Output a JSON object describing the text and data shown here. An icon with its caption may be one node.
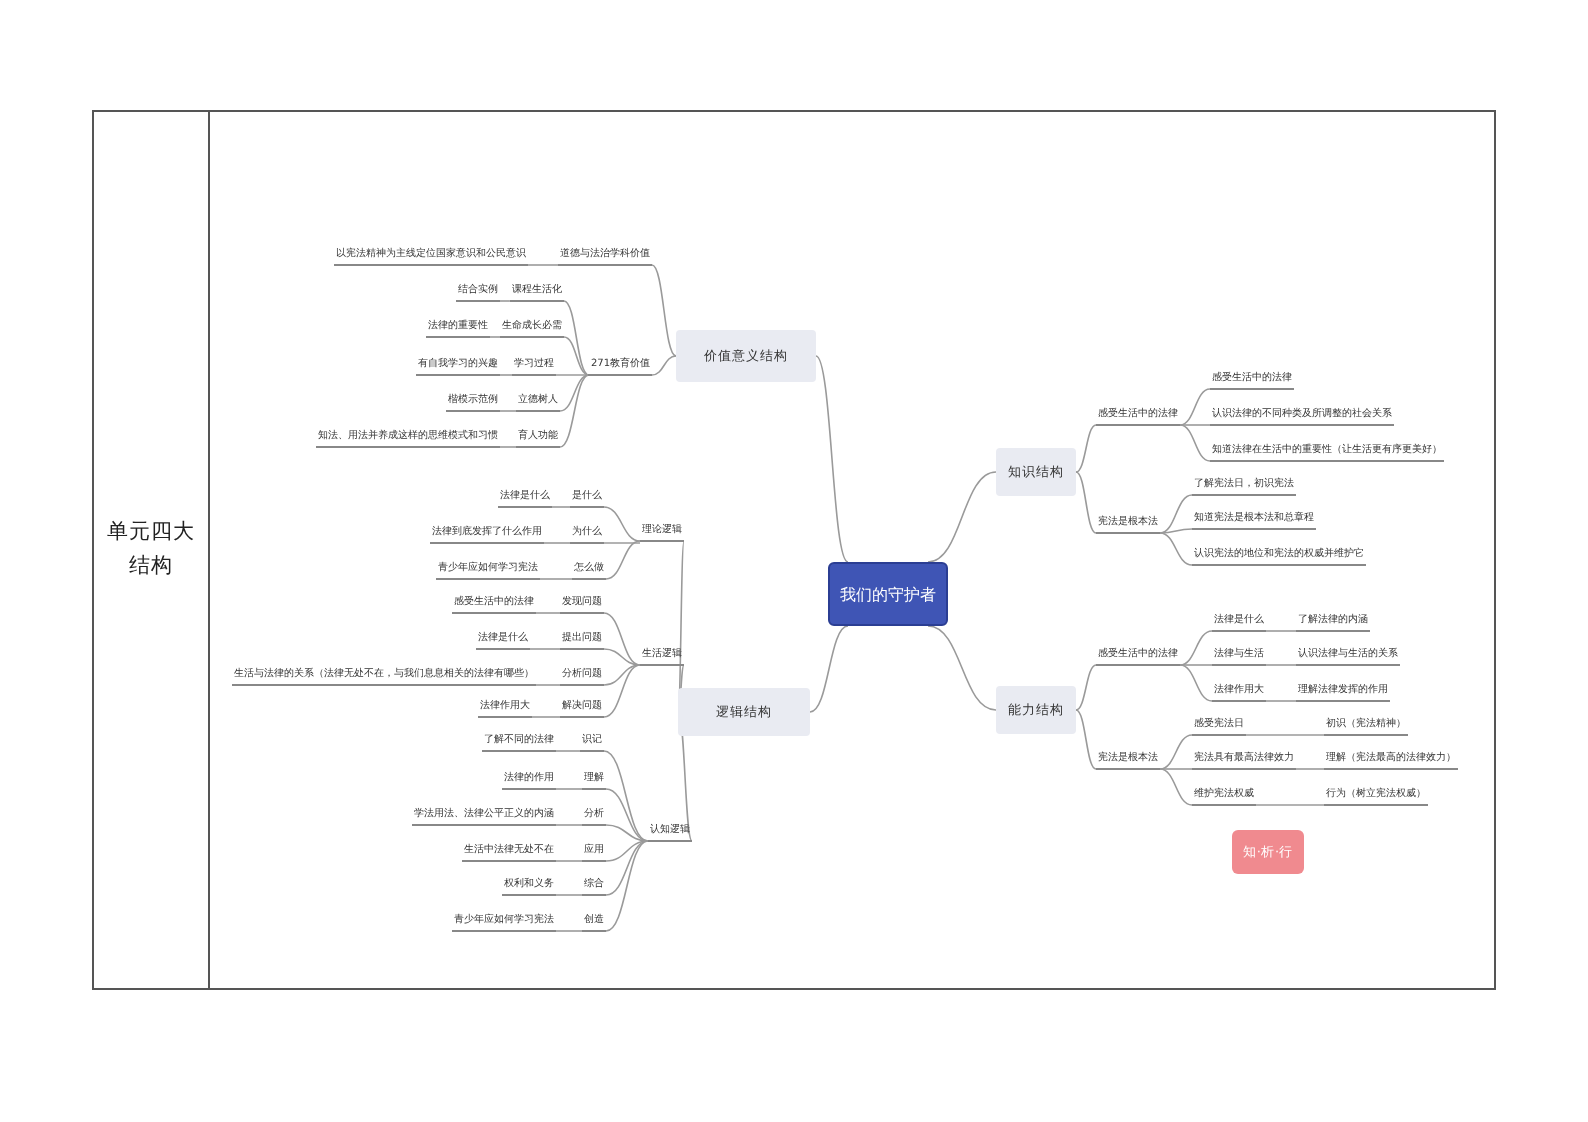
{
  "diagram": {
    "nodes": [
      {
        "text": [
          "我们的守护者"
        ]
      },
      {
        "text": [
          "价值意义结构"
        ]
      },
      {
        "text": [
          "道德与法治学科价值"
        ]
      },
      {
        "text": [
          "以宪法精神为主线定位国家意识和公民意识"
        ]
      },
      {
        "text": [
          "271教育价值"
        ]
      },
      {
        "text": [
          "课程生活化"
        ]
      },
      {
        "text": [
          "结合实例"
        ]
      },
      {
        "text": [
          "生命成长必需"
        ]
      },
      {
        "text": [
          "法律的重要性"
        ]
      },
      {
        "text": [
          "学习过程"
        ]
      },
      {
        "text": [
          "有自我学习的兴趣"
        ]
      },
      {
        "text": [
          "立德树人"
        ]
      },
      {
        "text": [
          "楷模示范例"
        ]
      },
      {
        "text": [
          "育人功能"
        ]
      },
      {
        "text": [
          "知法、用法并养成这样的思维模式和习惯"
        ]
      },
      {
        "text": [
          "逻辑结构"
        ]
      },
      {
        "text": [
          "理论逻辑"
        ]
      },
      {
        "text": [
          "是什么"
        ]
      },
      {
        "text": [
          "法律是什么"
        ]
      },
      {
        "text": [
          "为什么"
        ]
      },
      {
        "text": [
          "法律到底发挥了什么作用"
        ]
      },
      {
        "text": [
          "怎么做"
        ]
      },
      {
        "text": [
          "青少年应如何学习宪法"
        ]
      },
      {
        "text": [
          "生活逻辑"
        ]
      },
      {
        "text": [
          "发现问题"
        ]
      },
      {
        "text": [
          "感受生活中的法律"
        ]
      },
      {
        "text": [
          "提出问题"
        ]
      },
      {
        "text": [
          "法律是什么"
        ]
      },
      {
        "text": [
          "分析问题"
        ]
      },
      {
        "text": [
          "生活与法律的关系（法律无处不在，与我们息息相关的法律有哪些）"
        ]
      },
      {
        "text": [
          "解决问题"
        ]
      },
      {
        "text": [
          "法律作用大"
        ]
      },
      {
        "text": [
          "认知逻辑"
        ]
      },
      {
        "text": [
          "识记"
        ]
      },
      {
        "text": [
          "了解不同的法律"
        ]
      },
      {
        "text": [
          "理解"
        ]
      },
      {
        "text": [
          "法律的作用"
        ]
      },
      {
        "text": [
          "分析"
        ]
      },
      {
        "text": [
          "学法用法、法律公平正义的内涵"
        ]
      },
      {
        "text": [
          "应用"
        ]
      },
      {
        "text": [
          "生活中法律无处不在"
        ]
      },
      {
        "text": [
          "综合"
        ]
      },
      {
        "text": [
          "权利和义务"
        ]
      },
      {
        "text": [
          "创造"
        ]
      },
      {
        "text": [
          "青少年应如何学习宪法"
        ]
      },
      {
        "text": [
          "知识结构"
        ]
      },
      {
        "text": [
          "感受生活中的法律"
        ]
      },
      {
        "text": [
          "感受生活中的法律"
        ]
      },
      {
        "text": [
          "认识法律的不同种类及所调整的社会关系"
        ]
      },
      {
        "text": [
          "知道法律在生活中的重要性（让生活更有序更美好）"
        ]
      },
      {
        "text": [
          "宪法是根本法"
        ]
      },
      {
        "text": [
          "了解宪法日，初识宪法"
        ]
      },
      {
        "text": [
          "知道宪法是根本法和总章程"
        ]
      },
      {
        "text": [
          "认识宪法的地位和宪法的权威并维护它"
        ]
      },
      {
        "text": [
          "能力结构"
        ]
      },
      {
        "text": [
          "感受生活中的法律"
        ]
      },
      {
        "text": [
          "法律是什么"
        ]
      },
      {
        "text": [
          "了解法律的内涵"
        ]
      },
      {
        "text": [
          "法律与生活"
        ]
      },
      {
        "text": [
          "认识法律与生活的关系"
        ]
      },
      {
        "text": [
          "法律作用大"
        ]
      },
      {
        "text": [
          "理解法律发挥的作用"
        ]
      },
      {
        "text": [
          "宪法是根本法"
        ]
      },
      {
        "text": [
          "感受宪法日"
        ]
      },
      {
        "text": [
          "初识（宪法精神）"
        ]
      },
      {
        "text": [
          "宪法具有最高法律效力"
        ]
      },
      {
        "text": [
          "理解（宪法最高的法律效力）"
        ]
      },
      {
        "text": [
          "维护宪法权威"
        ]
      },
      {
        "text": [
          "行为（树立宪法权威）"
        ]
      },
      {
        "text": [
          "知·析·行"
        ]
      }
    ],
    "edges": [
      {
        "from": 0,
        "to": 1,
        "arrow": "none"
      },
      {
        "from": 0,
        "to": 15,
        "arrow": "none"
      },
      {
        "from": 0,
        "to": 45,
        "arrow": "none"
      },
      {
        "from": 0,
        "to": 54,
        "arrow": "none"
      },
      {
        "from": 1,
        "to": 2,
        "arrow": "none"
      },
      {
        "from": 2,
        "to": 3,
        "arrow": "none"
      },
      {
        "from": 1,
        "to": 4,
        "arrow": "none"
      },
      {
        "from": 4,
        "to": 5,
        "arrow": "none"
      },
      {
        "from": 5,
        "to": 6,
        "arrow": "none"
      },
      {
        "from": 4,
        "to": 7,
        "arrow": "none"
      },
      {
        "from": 7,
        "to": 8,
        "arrow": "none"
      },
      {
        "from": 4,
        "to": 9,
        "arrow": "none"
      },
      {
        "from": 9,
        "to": 10,
        "arrow": "none"
      },
      {
        "from": 4,
        "to": 11,
        "arrow": "none"
      },
      {
        "from": 11,
        "to": 12,
        "arrow": "none"
      },
      {
        "from": 4,
        "to": 13,
        "arrow": "none"
      },
      {
        "from": 13,
        "to": 14,
        "arrow": "none"
      },
      {
        "from": 15,
        "to": 16,
        "arrow": "none"
      },
      {
        "from": 16,
        "to": 17,
        "arrow": "none"
      },
      {
        "from": 17,
        "to": 18,
        "arrow": "none"
      },
      {
        "from": 16,
        "to": 19,
        "arrow": "none"
      },
      {
        "from": 19,
        "to": 20,
        "arrow": "none"
      },
      {
        "from": 16,
        "to": 21,
        "arrow": "none"
      },
      {
        "from": 21,
        "to": 22,
        "arrow": "none"
      },
      {
        "from": 15,
        "to": 23,
        "arrow": "none"
      },
      {
        "from": 23,
        "to": 24,
        "arrow": "none"
      },
      {
        "from": 24,
        "to": 25,
        "arrow": "none"
      },
      {
        "from": 23,
        "to": 26,
        "arrow": "none"
      },
      {
        "from": 26,
        "to": 27,
        "arrow": "none"
      },
      {
        "from": 23,
        "to": 28,
        "arrow": "none"
      },
      {
        "from": 28,
        "to": 29,
        "arrow": "none"
      },
      {
        "from": 23,
        "to": 30,
        "arrow": "none"
      },
      {
        "from": 30,
        "to": 31,
        "arrow": "none"
      },
      {
        "from": 15,
        "to": 32,
        "arrow": "none"
      },
      {
        "from": 32,
        "to": 33,
        "arrow": "none"
      },
      {
        "from": 33,
        "to": 34,
        "arrow": "none"
      },
      {
        "from": 32,
        "to": 35,
        "arrow": "none"
      },
      {
        "from": 35,
        "to": 36,
        "arrow": "none"
      },
      {
        "from": 32,
        "to": 37,
        "arrow": "none"
      },
      {
        "from": 37,
        "to": 38,
        "arrow": "none"
      },
      {
        "from": 32,
        "to": 39,
        "arrow": "none"
      },
      {
        "from": 39,
        "to": 40,
        "arrow": "none"
      },
      {
        "from": 32,
        "to": 41,
        "arrow": "none"
      },
      {
        "from": 41,
        "to": 42,
        "arrow": "none"
      },
      {
        "from": 32,
        "to": 43,
        "arrow": "none"
      },
      {
        "from": 43,
        "to": 44,
        "arrow": "none"
      },
      {
        "from": 45,
        "to": 46,
        "arrow": "none"
      },
      {
        "from": 46,
        "to": 47,
        "arrow": "none"
      },
      {
        "from": 46,
        "to": 48,
        "arrow": "none"
      },
      {
        "from": 46,
        "to": 49,
        "arrow": "none"
      },
      {
        "from": 45,
        "to": 50,
        "arrow": "none"
      },
      {
        "from": 50,
        "to": 51,
        "arrow": "none"
      },
      {
        "from": 50,
        "to": 52,
        "arrow": "none"
      },
      {
        "from": 50,
        "to": 53,
        "arrow": "none"
      },
      {
        "from": 54,
        "to": 55,
        "arrow": "none"
      },
      {
        "from": 55,
        "to": 56,
        "arrow": "none"
      },
      {
        "from": 56,
        "to": 57,
        "arrow": "none"
      },
      {
        "from": 55,
        "to": 58,
        "arrow": "none"
      },
      {
        "from": 58,
        "to": 59,
        "arrow": "none"
      },
      {
        "from": 55,
        "to": 60,
        "arrow": "none"
      },
      {
        "from": 60,
        "to": 61,
        "arrow": "none"
      },
      {
        "from": 54,
        "to": 62,
        "arrow": "none"
      },
      {
        "from": 62,
        "to": 63,
        "arrow": "none"
      },
      {
        "from": 63,
        "to": 64,
        "arrow": "none"
      },
      {
        "from": 62,
        "to": 65,
        "arrow": "none"
      },
      {
        "from": 65,
        "to": 66,
        "arrow": "none"
      },
      {
        "from": 62,
        "to": 67,
        "arrow": "none"
      },
      {
        "from": 67,
        "to": 68,
        "arrow": "none"
      }
    ],
    "labels": [
      "单元四大结构"
    ]
  }
}
